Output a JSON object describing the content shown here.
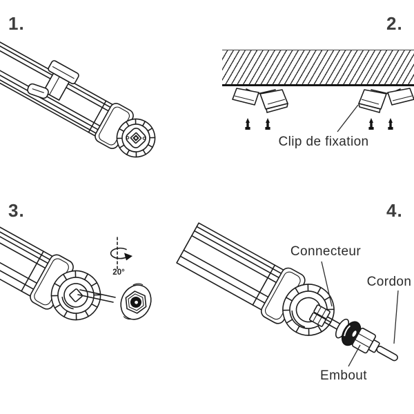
{
  "colors": {
    "background": "#ffffff",
    "line": "#1c1c1c",
    "text": "#2b2b2b",
    "step_number": "#3d3d3d"
  },
  "steps": {
    "step1": {
      "number": "1."
    },
    "step2": {
      "number": "2.",
      "clip_label": "Clip de fixation"
    },
    "step3": {
      "number": "3.",
      "angle_label": "20°"
    },
    "step4": {
      "number": "4.",
      "connector_label": "Connecteur",
      "cord_label": "Cordon",
      "end_cap_label": "Embout"
    }
  }
}
